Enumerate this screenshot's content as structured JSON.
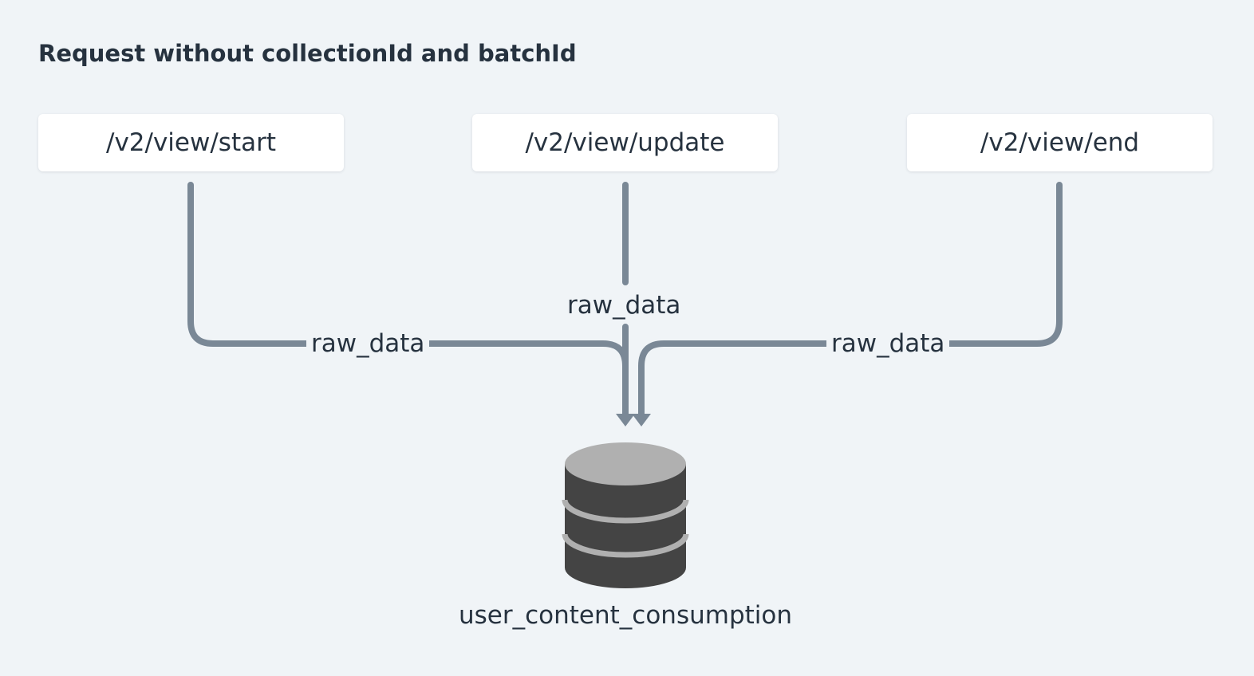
{
  "title": "Request without collectionId and batchId",
  "endpoints": [
    {
      "label": "/v2/view/start"
    },
    {
      "label": "/v2/view/update"
    },
    {
      "label": "/v2/view/end"
    }
  ],
  "edges": [
    {
      "from": "/v2/view/start",
      "to": "user_content_consumption",
      "label": "raw_data"
    },
    {
      "from": "/v2/view/update",
      "to": "user_content_consumption",
      "label": "raw_data"
    },
    {
      "from": "/v2/view/end",
      "to": "user_content_consumption",
      "label": "raw_data"
    }
  ],
  "database": {
    "label": "user_content_consumption",
    "icon": "database-icon"
  },
  "colors": {
    "background": "#f0f4f7",
    "connector": "#7a8896",
    "text": "#26323f",
    "db_body": "#444444",
    "db_top": "#b0b0b0"
  }
}
